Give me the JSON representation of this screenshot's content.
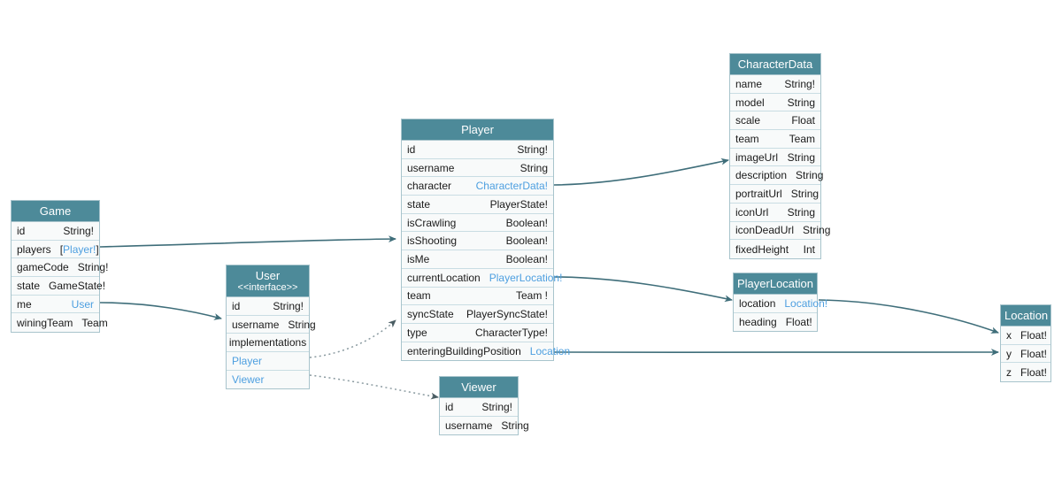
{
  "diagram": {
    "title": "GraphQL Schema Diagram",
    "background": "#ffffff",
    "header_color": "#4D8A99",
    "row_color": "#F8FAFA",
    "border_color": "#A8C4CC",
    "link_color": "#4D9FE0",
    "edge_color": "#3F6E7A"
  },
  "entities": {
    "game": {
      "name": "Game",
      "fields": [
        {
          "name": "id",
          "type": "String!",
          "link": false
        },
        {
          "name": "players",
          "type": "[Player!]",
          "link": true,
          "bracketed": true
        },
        {
          "name": "gameCode",
          "type": "String!",
          "link": false
        },
        {
          "name": "state",
          "type": "GameState!",
          "link": false
        },
        {
          "name": "me",
          "type": "User",
          "link": true
        },
        {
          "name": "winingTeam",
          "type": "Team",
          "link": false
        }
      ]
    },
    "user": {
      "name": "User",
      "stereotype": "<<interface>>",
      "fields": [
        {
          "name": "id",
          "type": "String!",
          "link": false
        },
        {
          "name": "username",
          "type": "String",
          "link": false
        }
      ],
      "implementations_label": "implementations",
      "implementations": [
        "Player",
        "Viewer"
      ]
    },
    "player": {
      "name": "Player",
      "fields": [
        {
          "name": "id",
          "type": "String!",
          "link": false
        },
        {
          "name": "username",
          "type": "String",
          "link": false
        },
        {
          "name": "character",
          "type": "CharacterData!",
          "link": true
        },
        {
          "name": "state",
          "type": "PlayerState!",
          "link": false
        },
        {
          "name": "isCrawling",
          "type": "Boolean!",
          "link": false
        },
        {
          "name": "isShooting",
          "type": "Boolean!",
          "link": false
        },
        {
          "name": "isMe",
          "type": "Boolean!",
          "link": false
        },
        {
          "name": "currentLocation",
          "type": "PlayerLocation!",
          "link": true
        },
        {
          "name": "team",
          "type": "Team !",
          "link": false
        },
        {
          "name": "syncState",
          "type": "PlayerSyncState!",
          "link": false
        },
        {
          "name": "type",
          "type": "CharacterType!",
          "link": false
        },
        {
          "name": "enteringBuildingPosition",
          "type": "Location",
          "link": true
        }
      ]
    },
    "viewer": {
      "name": "Viewer",
      "fields": [
        {
          "name": "id",
          "type": "String!",
          "link": false
        },
        {
          "name": "username",
          "type": "String",
          "link": false
        }
      ]
    },
    "characterdata": {
      "name": "CharacterData",
      "fields": [
        {
          "name": "name",
          "type": "String!",
          "link": false
        },
        {
          "name": "model",
          "type": "String",
          "link": false
        },
        {
          "name": "scale",
          "type": "Float",
          "link": false
        },
        {
          "name": "team",
          "type": "Team",
          "link": false
        },
        {
          "name": "imageUrl",
          "type": "String",
          "link": false
        },
        {
          "name": "description",
          "type": "String",
          "link": false
        },
        {
          "name": "portraitUrl",
          "type": "String",
          "link": false
        },
        {
          "name": "iconUrl",
          "type": "String",
          "link": false
        },
        {
          "name": "iconDeadUrl",
          "type": "String",
          "link": false
        },
        {
          "name": "fixedHeight",
          "type": "Int",
          "link": false
        }
      ]
    },
    "playerlocation": {
      "name": "PlayerLocation",
      "fields": [
        {
          "name": "location",
          "type": "Location!",
          "link": true
        },
        {
          "name": "heading",
          "type": "Float!",
          "link": false
        }
      ]
    },
    "location": {
      "name": "Location",
      "fields": [
        {
          "name": "x",
          "type": "Float!",
          "link": false
        },
        {
          "name": "y",
          "type": "Float!",
          "link": false
        },
        {
          "name": "z",
          "type": "Float!",
          "link": false
        }
      ]
    }
  },
  "edges": [
    {
      "from": "game.players",
      "to": "player",
      "style": "solid"
    },
    {
      "from": "game.me",
      "to": "user",
      "style": "solid"
    },
    {
      "from": "user.Player",
      "to": "player",
      "style": "dotted"
    },
    {
      "from": "user.Viewer",
      "to": "viewer",
      "style": "dotted"
    },
    {
      "from": "player.character",
      "to": "characterdata",
      "style": "solid"
    },
    {
      "from": "player.currentLocation",
      "to": "playerlocation",
      "style": "solid"
    },
    {
      "from": "player.enteringBuildingPosition",
      "to": "location",
      "style": "solid"
    },
    {
      "from": "playerlocation.location",
      "to": "location",
      "style": "solid"
    }
  ]
}
